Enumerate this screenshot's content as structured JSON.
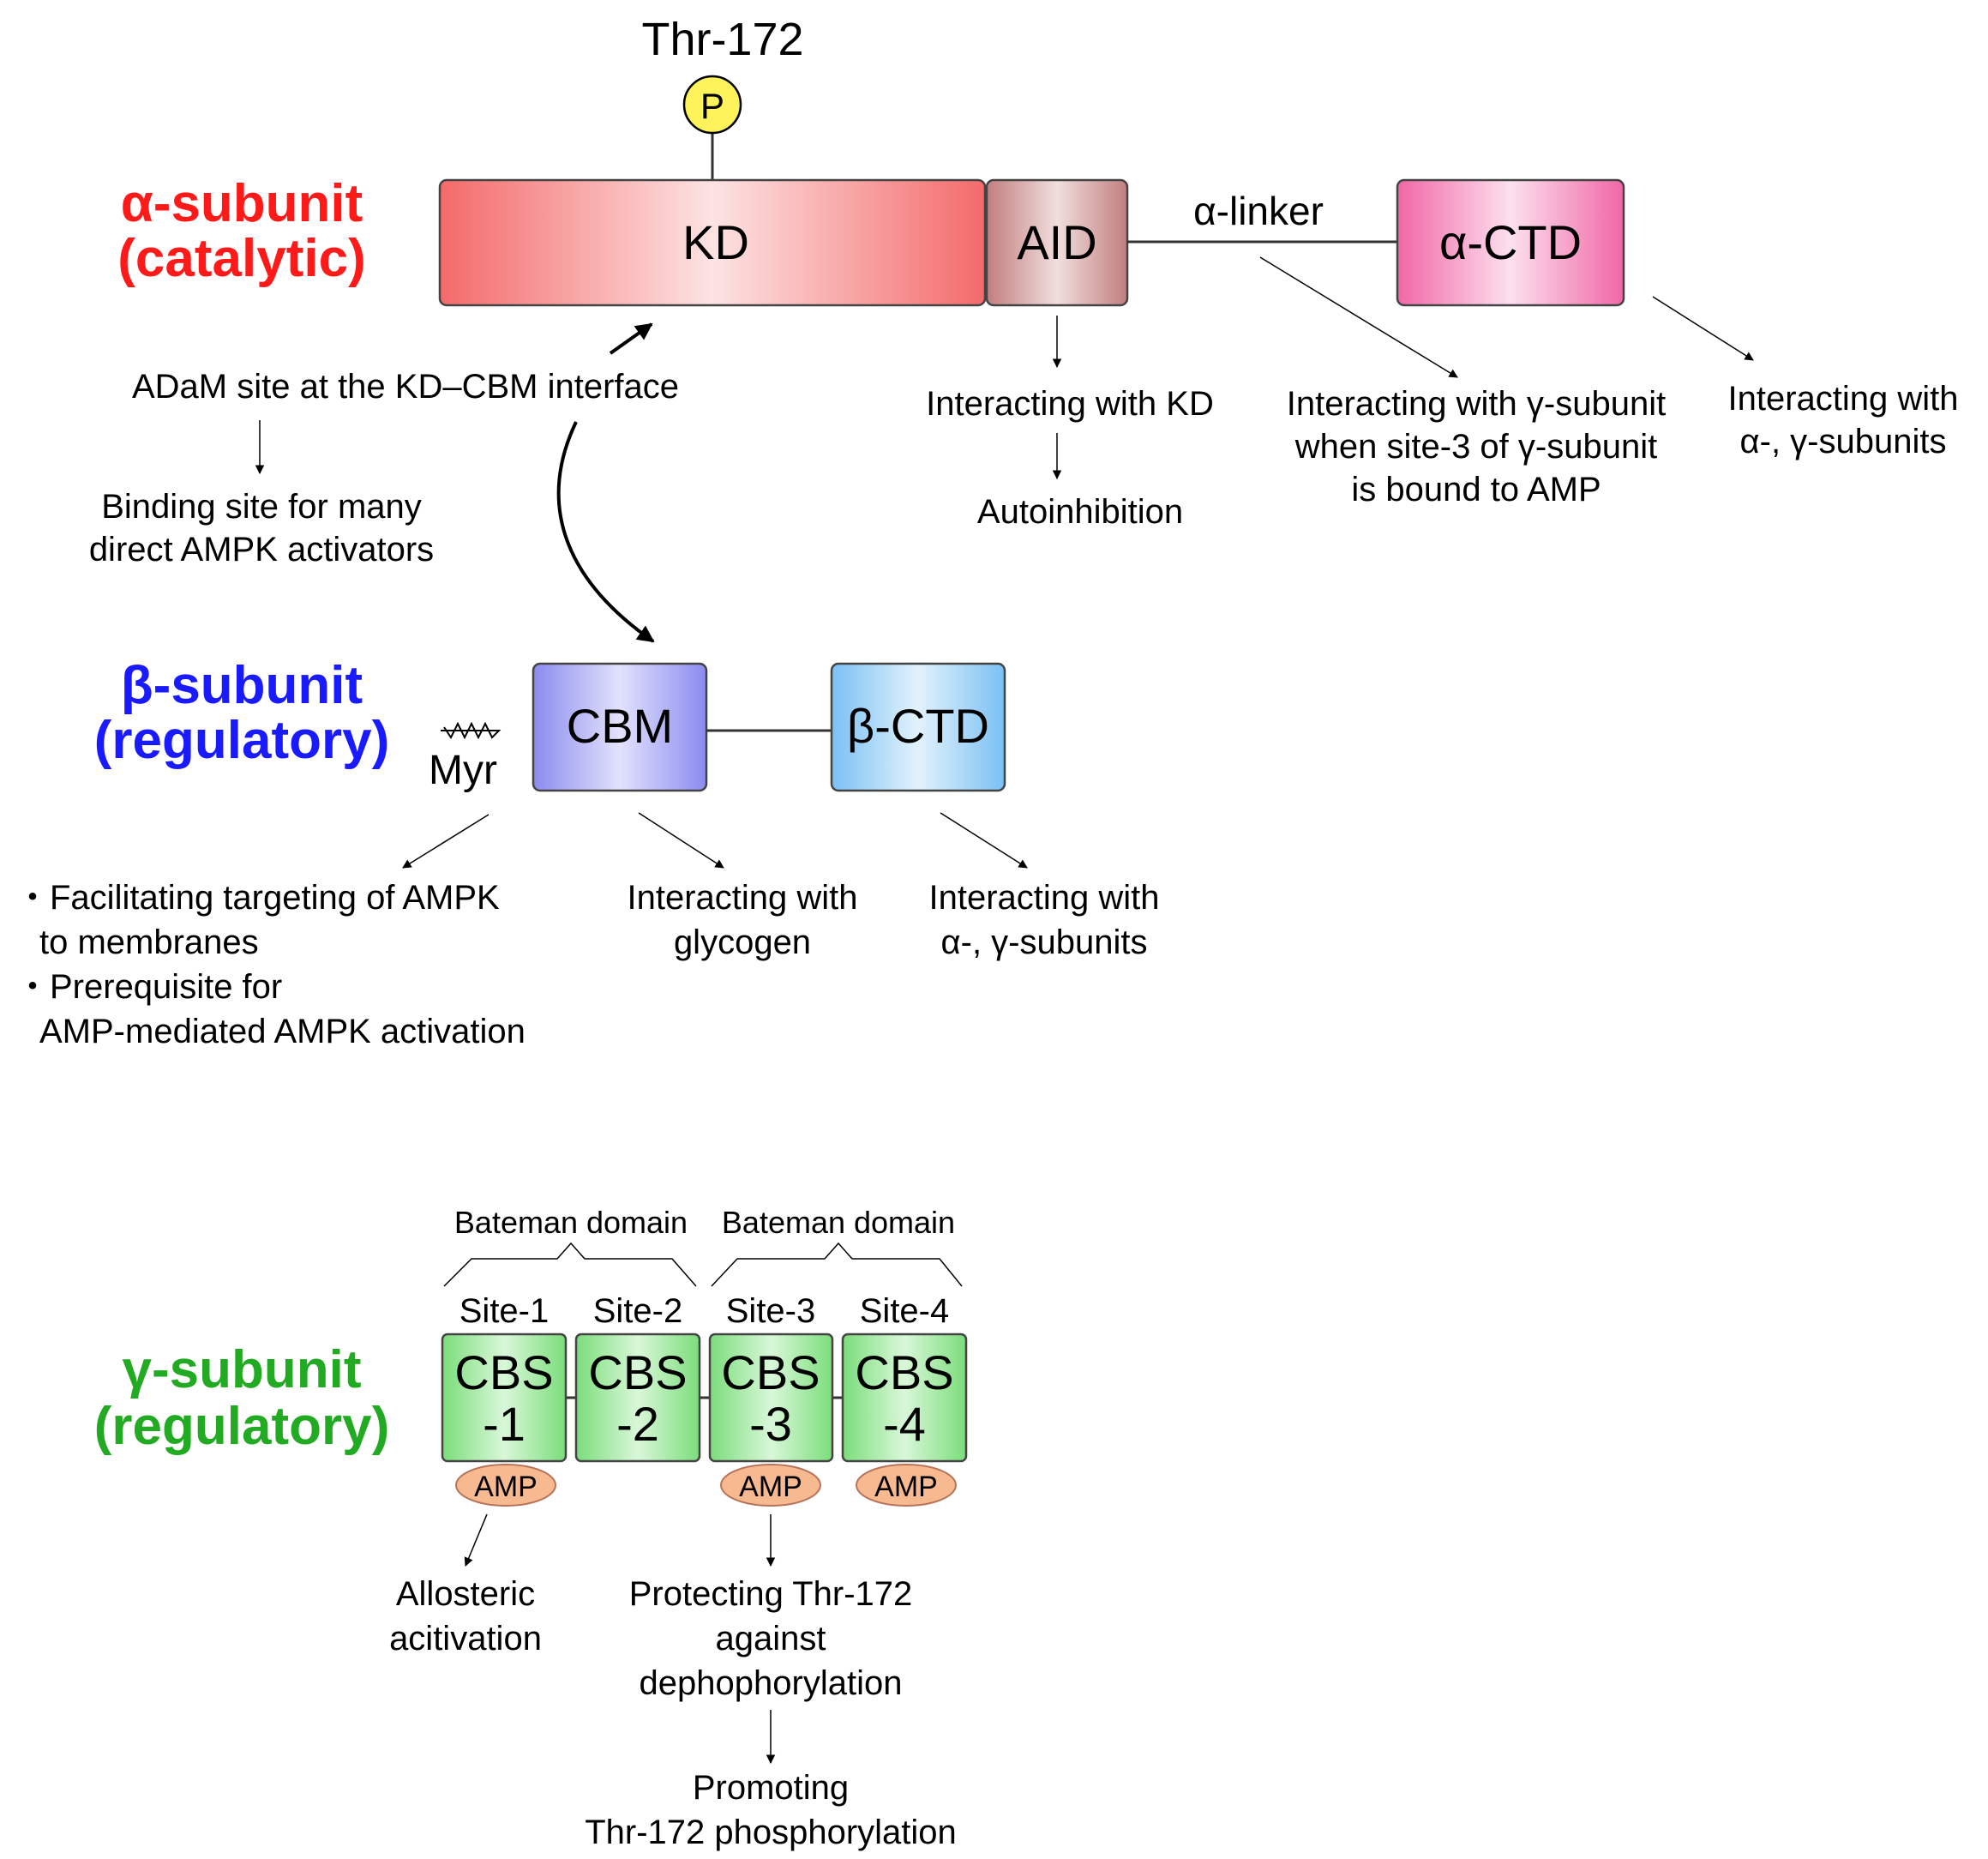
{
  "colors": {
    "alpha": "#ff1a1a",
    "beta": "#1a1aff",
    "gamma": "#22aa22",
    "kd": "#f26d6d",
    "aid": "#c98888",
    "alpha_ctd": "#f26aa8",
    "cbm": "#8e8ef2",
    "beta_ctd": "#7ec3f5",
    "cbs": "#7ee07e",
    "amp": "#f7b98f",
    "phospho": "#fff35c"
  },
  "alpha": {
    "title_line1": "α-subunit",
    "title_line2": "(catalytic)",
    "phospho_site": "Thr-172",
    "phospho_symbol": "P",
    "kd_label": "KD",
    "aid_label": "AID",
    "linker_label": "α-linker",
    "ctd_label": "α-CTD",
    "aid_note": "Interacting with KD",
    "aid_outcome": "Autoinhibition",
    "linker_note_1": "Interacting with γ-subunit",
    "linker_note_2": "when site-3 of γ-subunit",
    "linker_note_3": "is bound to AMP",
    "ctd_note_1": "Interacting with",
    "ctd_note_2": "α-, γ-subunits"
  },
  "adam": {
    "label": "ADaM site at the KD–CBM interface",
    "note_1": "Binding site for many",
    "note_2": "direct AMPK activators"
  },
  "beta": {
    "title_line1": "β-subunit",
    "title_line2": "(regulatory)",
    "myr_label": "Myr",
    "cbm_label": "CBM",
    "ctd_label": "β-CTD",
    "myr_note_1": "・Facilitating targeting of AMPK",
    "myr_note_2": "to membranes",
    "myr_note_3": "・Prerequisite for",
    "myr_note_4": "AMP-mediated AMPK activation",
    "cbm_note_1": "Interacting with",
    "cbm_note_2": "glycogen",
    "ctd_note_1": "Interacting with",
    "ctd_note_2": "α-, γ-subunits"
  },
  "gamma": {
    "title_line1": "γ-subunit",
    "title_line2": "(regulatory)",
    "bateman_1": "Bateman domain",
    "bateman_2": "Bateman domain",
    "sites": [
      "Site-1",
      "Site-2",
      "Site-3",
      "Site-4"
    ],
    "cbs_top": "CBS",
    "cbs_bottom": [
      "-1",
      "-2",
      "-3",
      "-4"
    ],
    "amp_label": "AMP",
    "allosteric_1": "Allosteric",
    "allosteric_2": "acitivation",
    "protect_1": "Protecting Thr-172",
    "protect_2": "against",
    "protect_3": "dephophorylation",
    "promote_1": "Promoting",
    "promote_2": "Thr-172 phosphorylation"
  }
}
